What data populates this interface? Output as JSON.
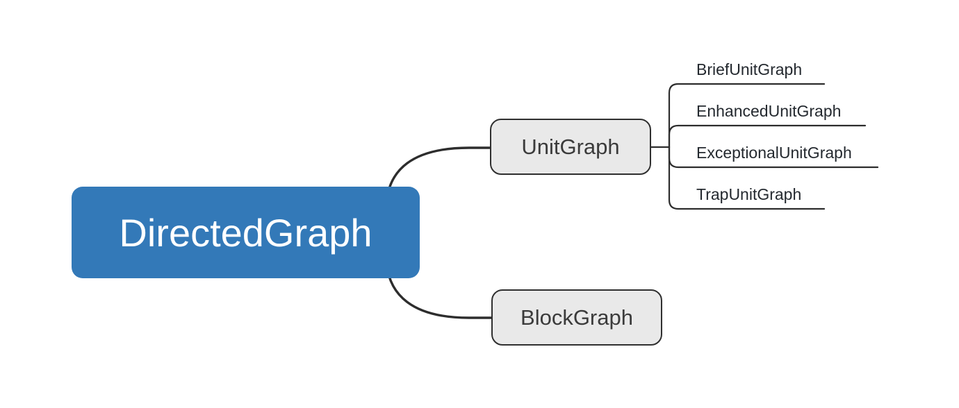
{
  "diagram": {
    "type": "mindmap",
    "root": {
      "label": "DirectedGraph"
    },
    "children": [
      {
        "label": "UnitGraph",
        "children": [
          {
            "label": "BriefUnitGraph"
          },
          {
            "label": "EnhancedUnitGraph"
          },
          {
            "label": "ExceptionalUnitGraph"
          },
          {
            "label": "TrapUnitGraph"
          }
        ]
      },
      {
        "label": "BlockGraph",
        "children": []
      }
    ]
  },
  "colors": {
    "root-fill": "#3379b8",
    "root-text": "#ffffff",
    "child-fill": "#e9e9e9",
    "child-border": "#2f2f2f",
    "child-text": "#3b3b3b",
    "leaf-text": "#24292f",
    "edge": "#2d2d2d"
  }
}
